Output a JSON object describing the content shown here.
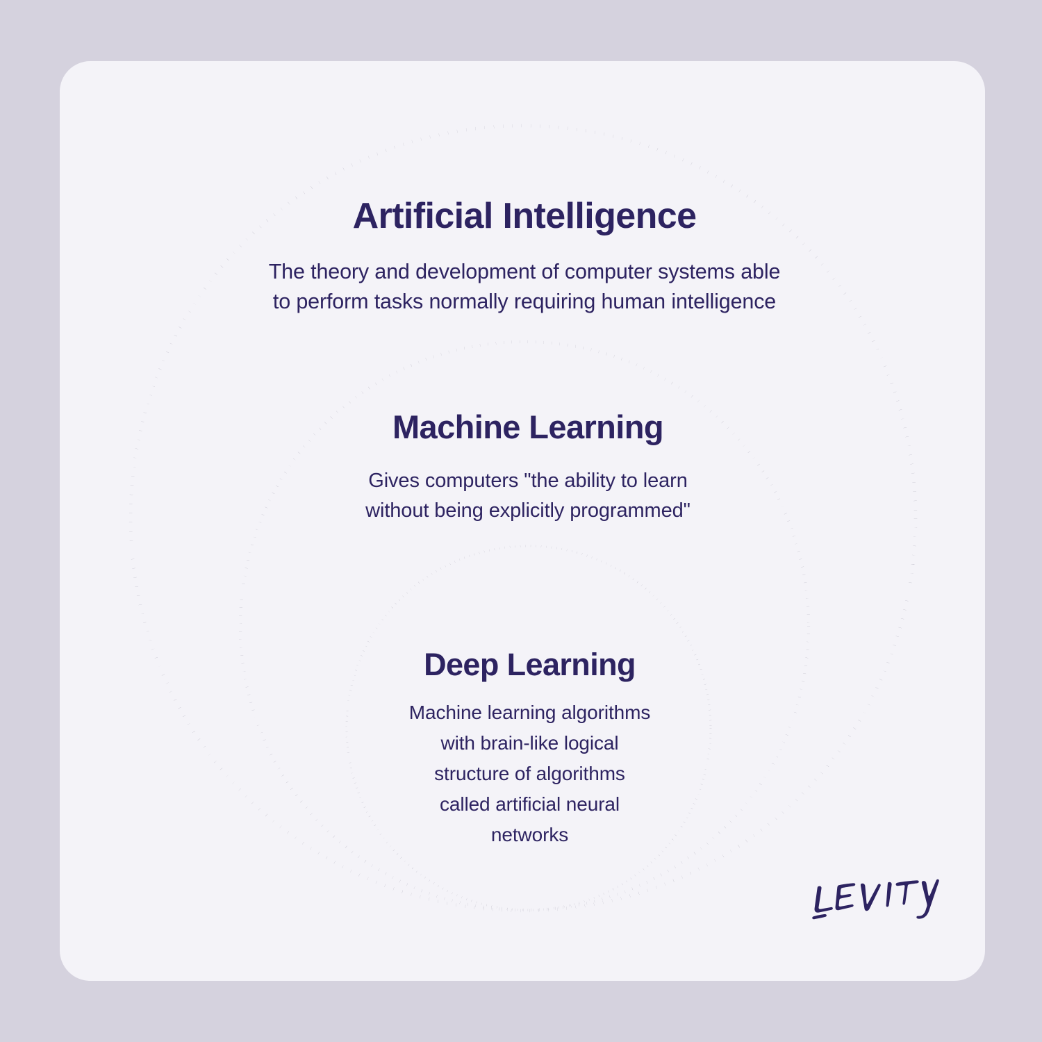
{
  "canvas": {
    "background_color": "#d5d2de",
    "card_color": "#f4f3f8",
    "text_color": "#2d2361",
    "ring_color": "#6b687f"
  },
  "diagram": {
    "type": "concentric-circles",
    "layers": [
      {
        "id": "artificial-intelligence",
        "title": "Artificial Intelligence",
        "description": "The theory and development of computer systems able to perform tasks normally requiring human intelligence",
        "description_lines": [
          "The theory and development of computer systems able",
          "to perform tasks normally requiring human intelligence"
        ]
      },
      {
        "id": "machine-learning",
        "title": "Machine Learning",
        "description": "Gives computers \"the ability to learn without being explicitly programmed\"",
        "description_lines": [
          "Gives computers \"the ability to learn",
          "without being explicitly programmed\""
        ]
      },
      {
        "id": "deep-learning",
        "title": "Deep Learning",
        "description": "Machine learning algorithms with brain-like logical structure of algorithms called artificial neural networks",
        "description_lines": [
          "Machine learning algorithms",
          "with brain-like logical",
          "structure of algorithms",
          "called artificial neural",
          "networks"
        ]
      }
    ]
  },
  "branding": {
    "logo_text": "LEVITY"
  }
}
